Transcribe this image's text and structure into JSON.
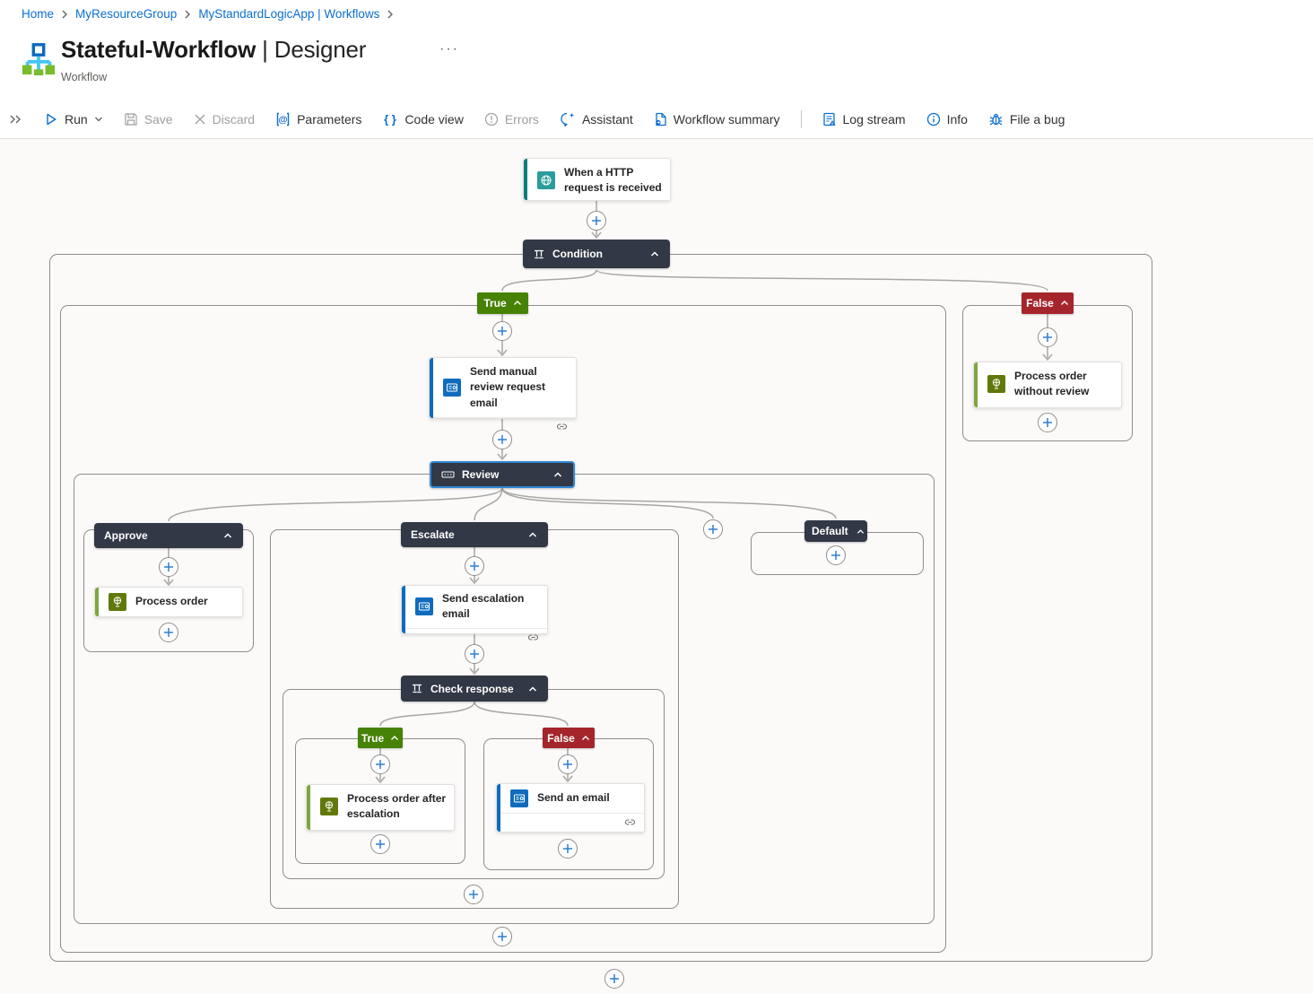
{
  "breadcrumb": {
    "items": [
      "Home",
      "MyResourceGroup",
      "MyStandardLogicApp | Workflows"
    ]
  },
  "page_header": {
    "title": "Stateful-Workflow",
    "separator": "|",
    "view": "Designer",
    "more": "···",
    "subtitle": "Workflow"
  },
  "toolbar": {
    "run": "Run",
    "save": "Save",
    "discard": "Discard",
    "parameters": "Parameters",
    "code_view": "Code view",
    "errors": "Errors",
    "assistant": "Assistant",
    "workflow_summary": "Workflow summary",
    "log_stream": "Log stream",
    "info": "Info",
    "file_a_bug": "File a bug"
  },
  "nodes": {
    "trigger": "When a HTTP request is received",
    "condition": "Condition",
    "true_label": "True",
    "false_label": "False",
    "send_manual_review": "Send manual review request email",
    "review": "Review",
    "approve": "Approve",
    "process_order": "Process order",
    "escalate": "Escalate",
    "send_escalation_email": "Send escalation email",
    "check_response": "Check response",
    "check_true_label": "True",
    "check_false_label": "False",
    "process_order_after_escalation": "Process order after escalation",
    "send_an_email": "Send an email",
    "default_case": "Default",
    "process_order_without_review": "Process order without review"
  },
  "icons": {
    "trigger": "http-request-icon",
    "email_actions": "outlook-email-icon",
    "process_actions": "office-process-icon",
    "condition": "condition-icon",
    "switch": "switch-icon",
    "connection": "link-icon"
  },
  "colors": {
    "accent_blue": "#0b6fd0",
    "true_green": "#468206",
    "false_red": "#a4262c",
    "scope_header_dark": "#323845",
    "trigger_teal": "#2b9c9c",
    "email_blue": "#0f6cbd",
    "action_green": "#61790b",
    "selected_border": "#2e87d4",
    "connector_grey": "#a8a6a4"
  }
}
